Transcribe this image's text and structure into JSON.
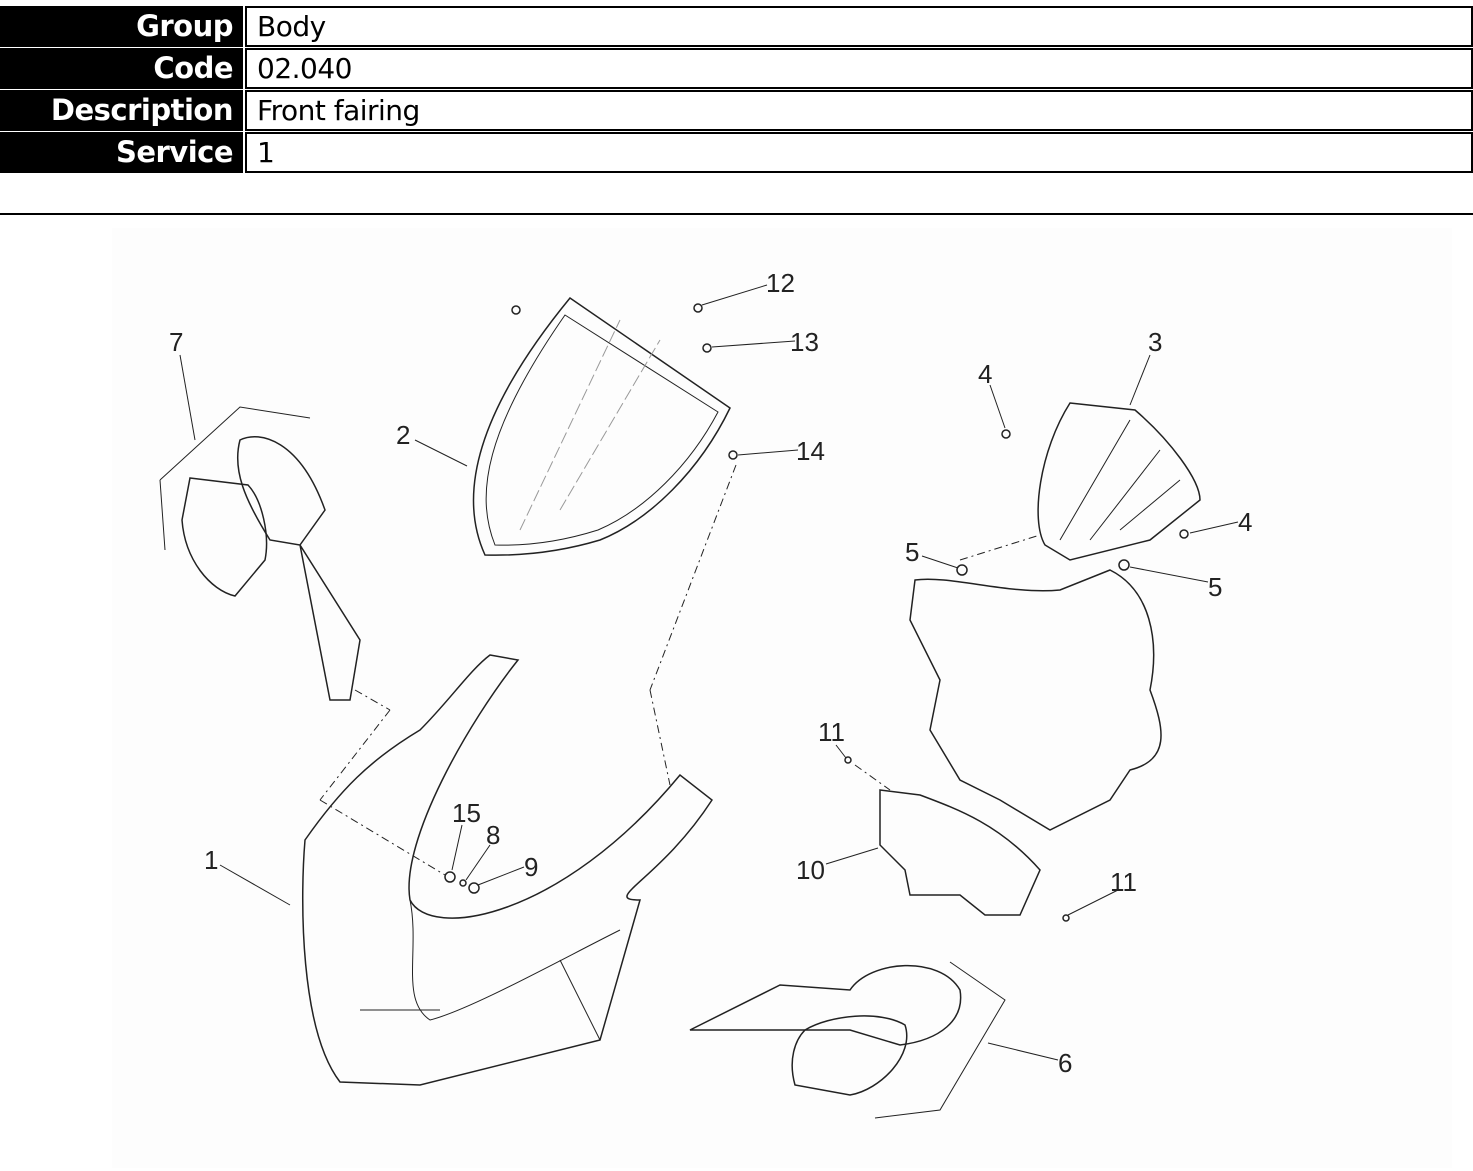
{
  "header": {
    "rows": [
      {
        "label": "Group",
        "value": "Body"
      },
      {
        "label": "Code",
        "value": "02.040"
      },
      {
        "label": "Description",
        "value": "Front fairing"
      },
      {
        "label": "Service",
        "value": "1"
      }
    ]
  },
  "diagram": {
    "callouts": [
      "1",
      "2",
      "3",
      "4",
      "4",
      "5",
      "5",
      "6",
      "7",
      "8",
      "9",
      "10",
      "11",
      "11",
      "12",
      "13",
      "14",
      "15"
    ]
  }
}
